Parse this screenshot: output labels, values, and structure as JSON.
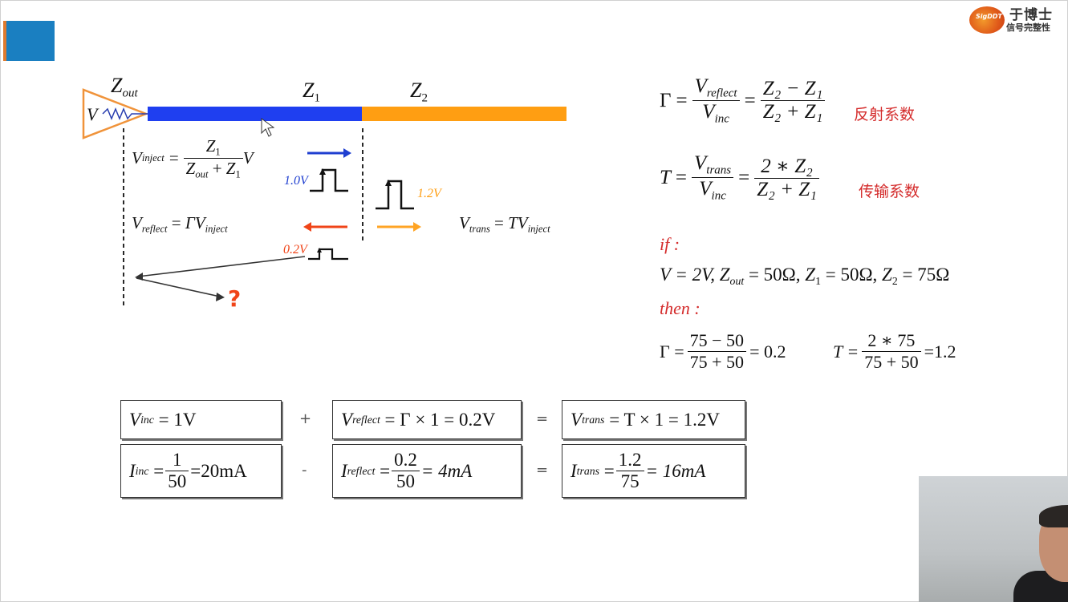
{
  "logo": {
    "line1": "于博士",
    "line2": "信号完整性",
    "badge": "SigDDT"
  },
  "diagram": {
    "z_out": "Z",
    "z_out_sub": "out",
    "z1": "Z",
    "z1_sub": "1",
    "z2": "Z",
    "z2_sub": "2",
    "source_v": "V",
    "pulse_inc_label": "1.0V",
    "pulse_trans_label": "1.2V",
    "pulse_refl_label": "0.2V",
    "question": "?",
    "colors": {
      "line1": "#1f3ff0",
      "line2": "#ff9e12",
      "source": "#f0933a",
      "refl_arrow": "#f04418",
      "trans_arrow": "#ffa424",
      "inc_arrow": "#1f3fd0"
    }
  },
  "left_eqs": {
    "vinject": {
      "lhs": "V",
      "lhs_sub": "inject",
      "num": "Z",
      "num_sub": "1",
      "den_a": "Z",
      "den_a_sub": "out",
      "den_plus": "+",
      "den_b": "Z",
      "den_b_sub": "1",
      "tail": "V"
    },
    "vreflect": {
      "lhs": "V",
      "lhs_sub": "reflect",
      "rhs": "ΓV",
      "rhs_sub": "inject"
    },
    "vtrans": {
      "lhs": "V",
      "lhs_sub": "trans",
      "rhs": "TV",
      "rhs_sub": "inject"
    }
  },
  "right_eqs": {
    "gamma": {
      "sym": "Γ",
      "num": "V",
      "num_sub": "reflect",
      "den": "V",
      "den_sub": "inc",
      "num2": "Z₂ − Z₁",
      "den2": "Z₂ + Z₁",
      "label": "反射系数"
    },
    "trans": {
      "sym": "T",
      "num": "V",
      "num_sub": "trans",
      "den": "V",
      "den_sub": "inc",
      "num2": "2 ∗ Z₂",
      "den2": "Z₂ + Z₁",
      "label": "传输系数"
    },
    "if_label": "if :",
    "given": "V = 2V,  Z",
    "given_parts": [
      "V = 2V,",
      "Z",
      "out",
      "= 50Ω,",
      "Z",
      "1",
      "= 50Ω,",
      "Z",
      "2",
      "= 75Ω"
    ],
    "then_label": "then :",
    "gamma_calc": {
      "sym": "Γ =",
      "num": "75 − 50",
      "den": "75 + 50",
      "res": "= 0.2"
    },
    "trans_calc": {
      "sym": "T =",
      "num": "2 ∗ 75",
      "den": "75 + 50",
      "res": "=1.2"
    }
  },
  "boxes": {
    "vinc": {
      "a": "V",
      "sub": "inc",
      "b": "= 1V"
    },
    "plus": "+",
    "vreflect": {
      "a": "V",
      "sub": "reflect",
      "b": "= Γ × 1 = 0.2V"
    },
    "eq1": "=",
    "vtrans": {
      "a": "V",
      "sub": "trans",
      "b": "= T × 1 = 1.2V"
    },
    "iinc": {
      "a": "I",
      "sub": "inc",
      "eq": "=",
      "num": "1",
      "den": "50",
      "res": "=20mA"
    },
    "minus": "-",
    "ireflect": {
      "a": "I",
      "sub": "reflect",
      "eq": "=",
      "num": "0.2",
      "den": "50",
      "res": "= 4mA"
    },
    "eq2": "=",
    "itrans": {
      "a": "I",
      "sub": "trans",
      "eq": "=",
      "num": "1.2",
      "den": "75",
      "res": "= 16mA"
    }
  }
}
